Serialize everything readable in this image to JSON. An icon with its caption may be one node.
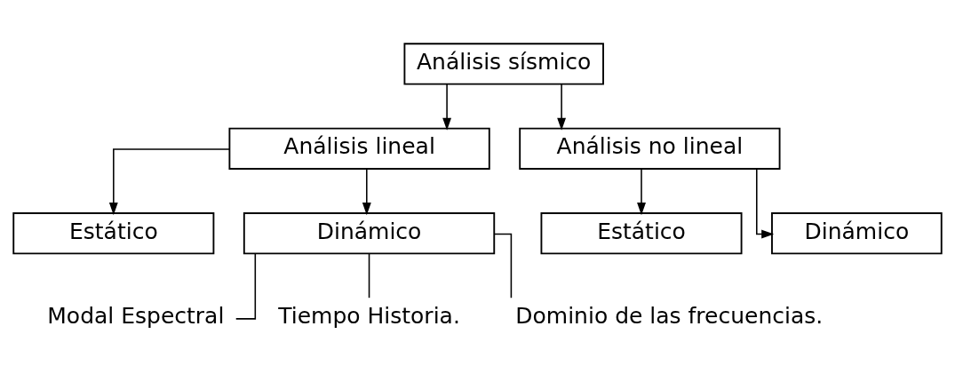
{
  "diagram": {
    "nodes": [
      {
        "text": [
          "Análisis sísmico"
        ]
      },
      {
        "text": [
          "Análisis lineal"
        ]
      },
      {
        "text": [
          "Análisis no lineal"
        ]
      },
      {
        "text": [
          "Estático"
        ]
      },
      {
        "text": [
          "Dinámico"
        ]
      },
      {
        "text": [
          "Estático"
        ]
      },
      {
        "text": [
          "Dinámico"
        ]
      },
      {
        "text": [
          "Modal Espectral"
        ]
      },
      {
        "text": [
          "Tiempo Historia."
        ]
      },
      {
        "text": [
          "Dominio de las frecuencias."
        ]
      }
    ],
    "edges": [
      {
        "from": 0,
        "to": 1,
        "arrow": "to"
      },
      {
        "from": 0,
        "to": 2,
        "arrow": "to"
      },
      {
        "from": 1,
        "to": 3,
        "arrow": "to"
      },
      {
        "from": 1,
        "to": 4,
        "arrow": "to"
      },
      {
        "from": 2,
        "to": 5,
        "arrow": "to"
      },
      {
        "from": 2,
        "to": 6,
        "arrow": "to"
      },
      {
        "from": 4,
        "to": 7,
        "arrow": "none"
      },
      {
        "from": 4,
        "to": 8,
        "arrow": "none"
      },
      {
        "from": 4,
        "to": 9,
        "arrow": "none"
      }
    ]
  }
}
